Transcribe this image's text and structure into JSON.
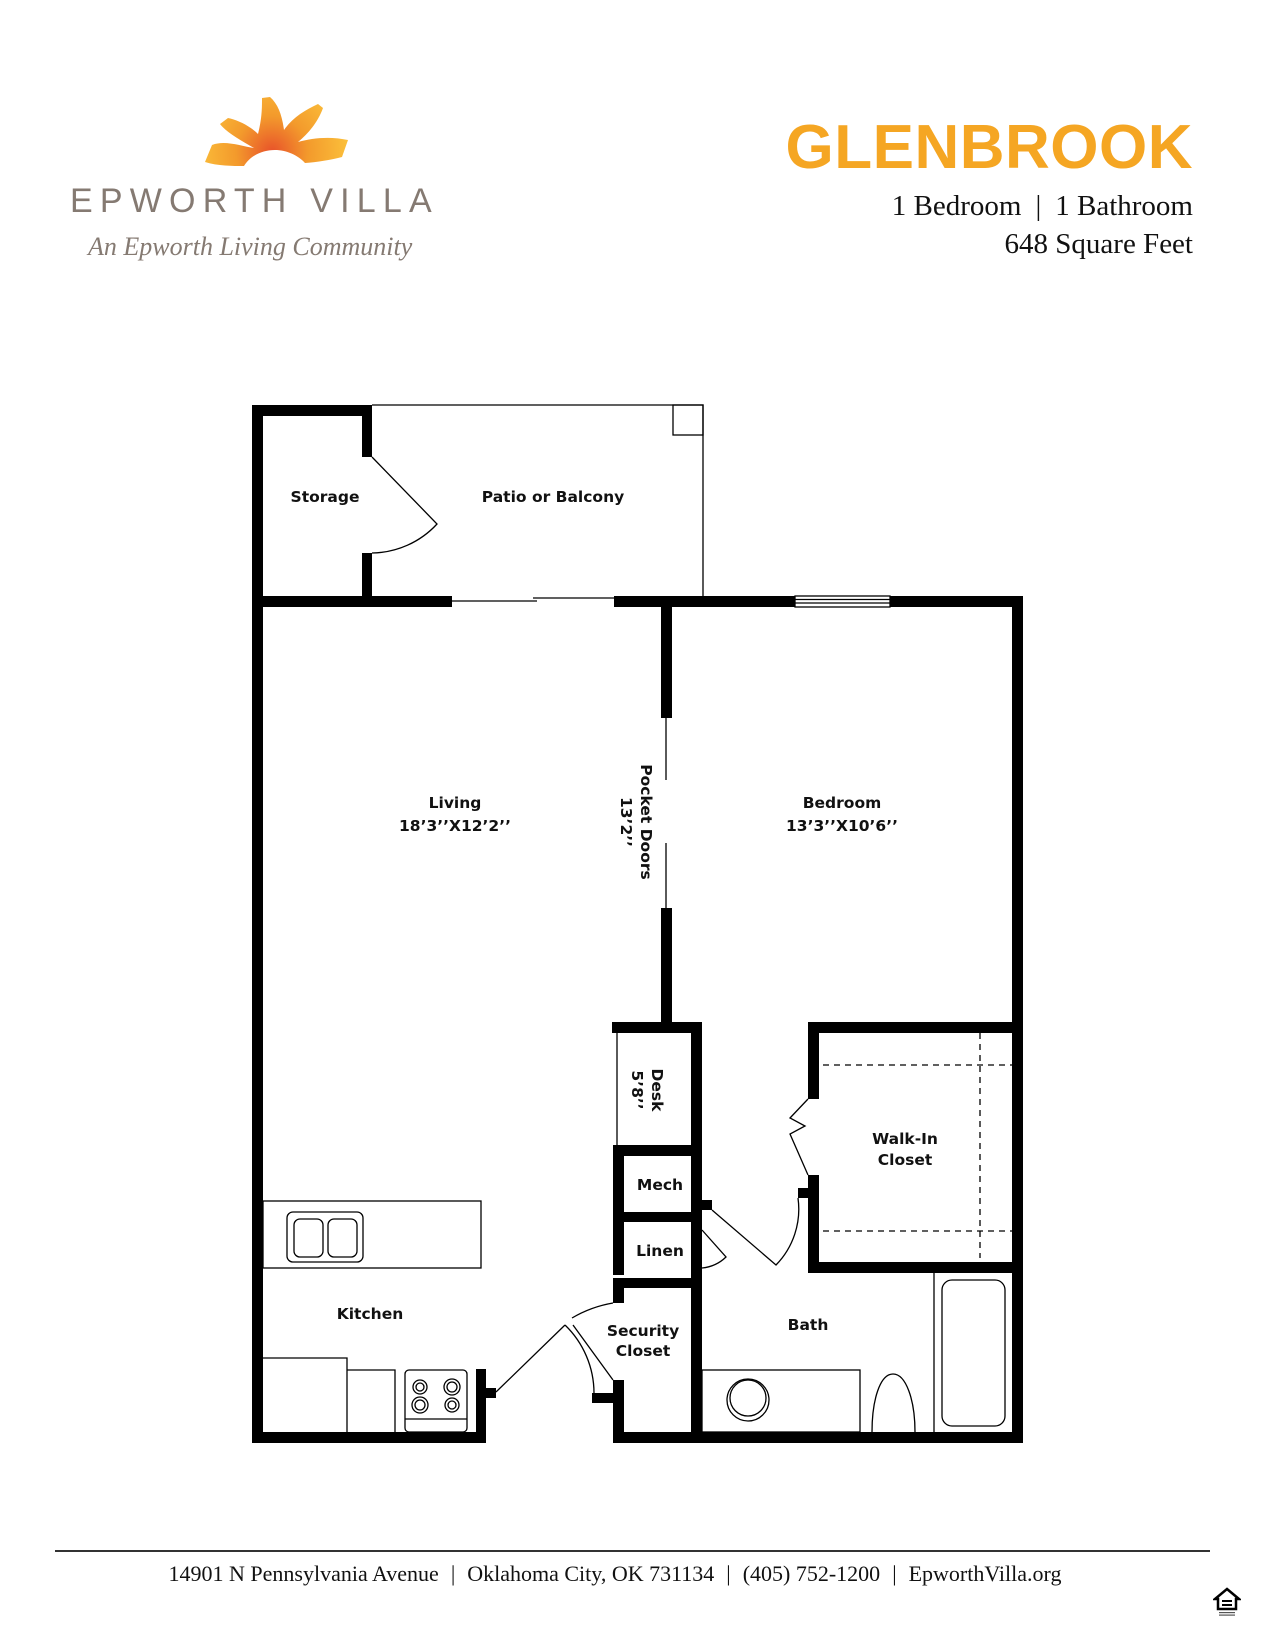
{
  "brand": {
    "logo_icon": "sunburst-flower-icon",
    "name": "EPWORTH VILLA",
    "tagline": "An Epworth Living Community",
    "colors": {
      "logo_orange": "#f5a623",
      "logo_red": "#e8522a",
      "text_gray": "#857a72"
    }
  },
  "plan": {
    "title": "GLENBROOK",
    "title_color": "#f5a623",
    "bedrooms": "1 Bedroom",
    "separator": "|",
    "bathrooms": "1 Bathroom",
    "area": "648 Square Feet"
  },
  "floorplan": {
    "rooms": {
      "storage": "Storage",
      "patio": "Patio or Balcony",
      "living": "Living",
      "living_dims": "18’3’’X12’2’’",
      "pocket_doors": "Pocket Doors",
      "pocket_doors_dims": "13’2’’",
      "bedroom": "Bedroom",
      "bedroom_dims": "13’3’’X10’6’’",
      "desk": "Desk",
      "desk_dims": "5’8’’",
      "mech": "Mech",
      "linen": "Linen",
      "walkin_1": "Walk-In",
      "walkin_2": "Closet",
      "kitchen": "Kitchen",
      "security_1": "Security",
      "security_2": "Closet",
      "bath": "Bath"
    }
  },
  "footer": {
    "address": "14901 N Pennsylvania Avenue",
    "city": "Oklahoma City, OK 731134",
    "phone": "(405) 752-1200",
    "website": "EpworthVilla.org",
    "separator": "|",
    "equal_housing_icon": "equal-housing-opportunity-icon"
  }
}
